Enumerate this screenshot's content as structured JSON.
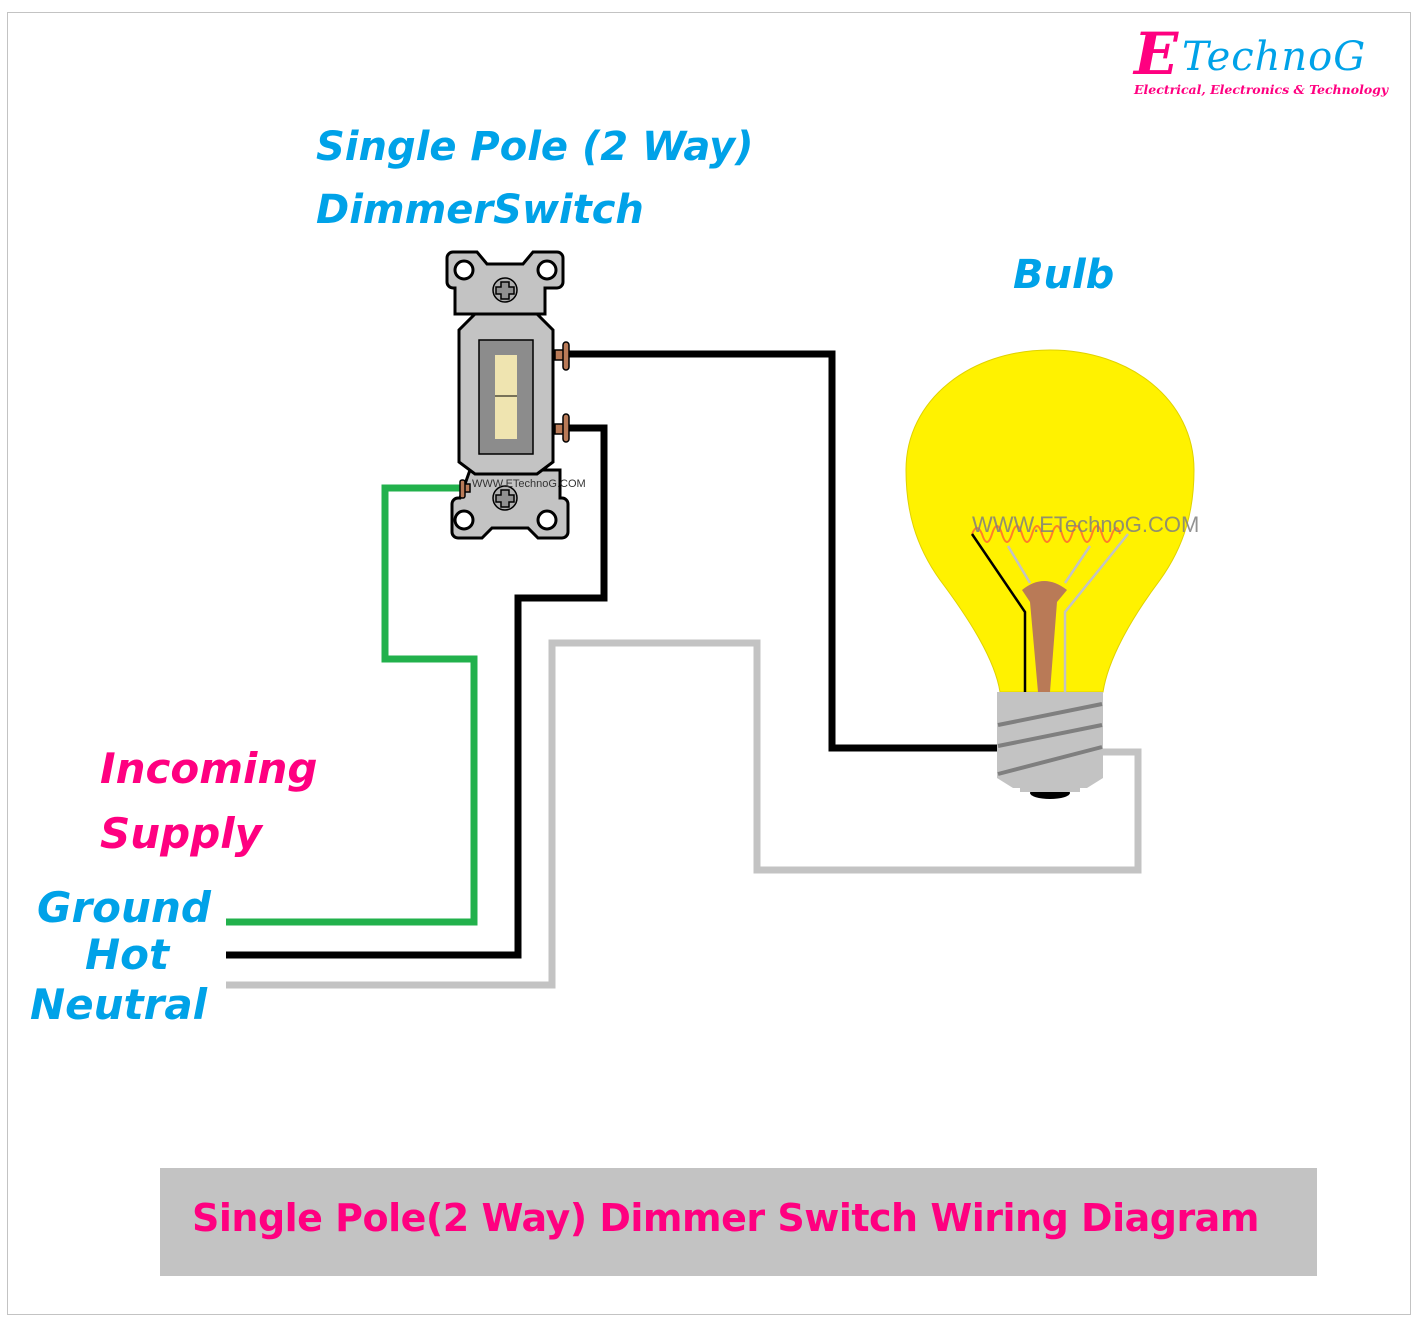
{
  "logo": {
    "brand_initial": "E",
    "brand_rest": "TechnoG",
    "tagline": "Electrical, Electronics & Technology"
  },
  "labels": {
    "switch_title_line1": "Single Pole (2 Way)",
    "switch_title_line2": "DimmerSwitch",
    "bulb": "Bulb",
    "incoming_line1": "Incoming",
    "incoming_line2": "Supply",
    "ground": "Ground",
    "hot": "Hot",
    "neutral": "Neutral"
  },
  "watermarks": {
    "switch": "WWW.ETechnoG.COM",
    "bulb": "WWW.ETechnoG.COM"
  },
  "caption": "Single Pole(2 Way) Dimmer Switch Wiring Diagram",
  "colors": {
    "ground_wire": "#22b14c",
    "hot_wire": "#000000",
    "neutral_wire": "#c3c3c3",
    "bulb_glass": "#fff200",
    "label_blue": "#00a2e8",
    "label_pink": "#ff0080"
  }
}
